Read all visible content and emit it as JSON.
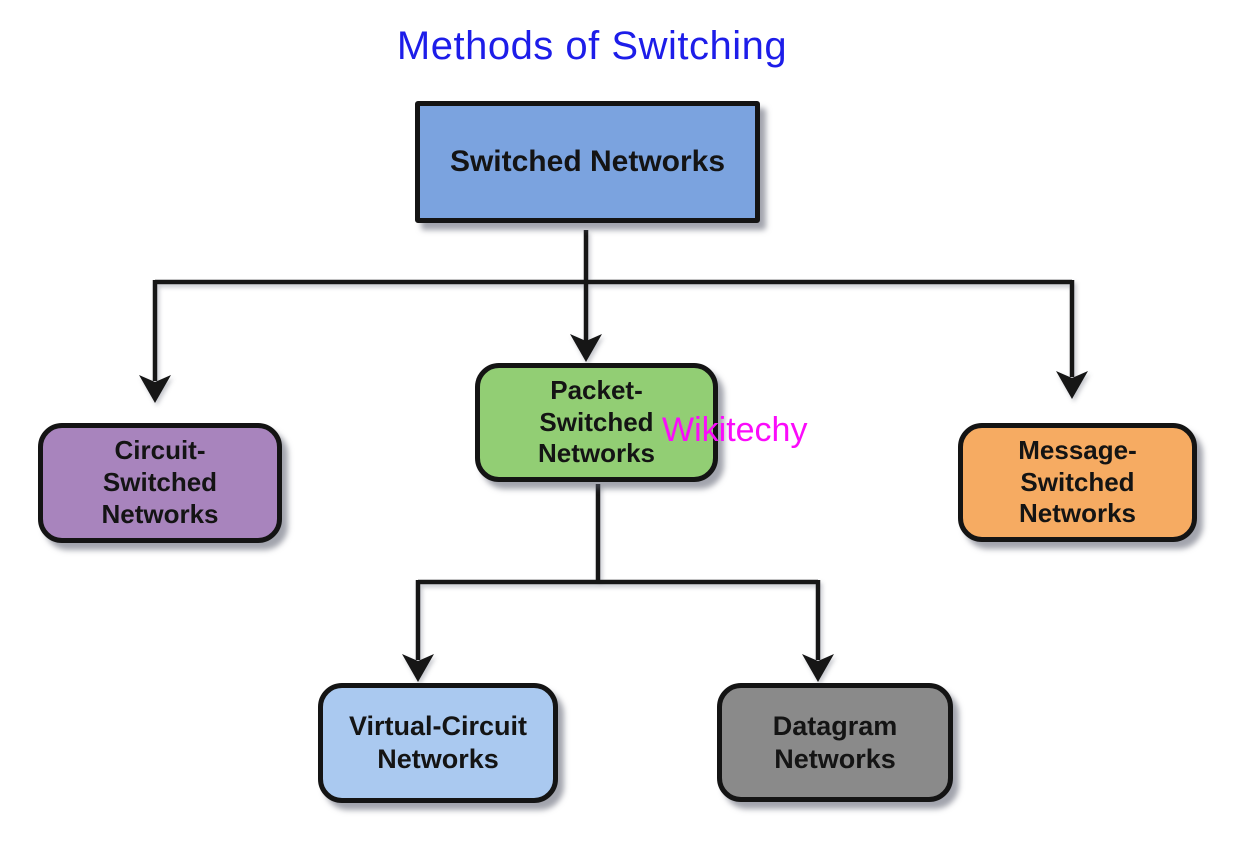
{
  "title": {
    "text": "Methods of Switching",
    "color": "#1d1de9"
  },
  "watermark": {
    "text": "Wikitechy",
    "color": "#fb0bfb"
  },
  "diagram": {
    "nodes": {
      "root": {
        "label": "Switched Networks",
        "fill": "#7ba3df"
      },
      "circuit": {
        "label": "Circuit-\nSwitched\nNetworks",
        "fill": "#a884bd"
      },
      "packet": {
        "label": "Packet-\nSwitched\nNetworks",
        "fill": "#92ce74"
      },
      "message": {
        "label": "Message-\nSwitched\nNetworks",
        "fill": "#f6ab62"
      },
      "virtual": {
        "label": "Virtual-Circuit\nNetworks",
        "fill": "#aac9f0"
      },
      "datagram": {
        "label": "Datagram\nNetworks",
        "fill": "#8a8a8a"
      }
    },
    "edges": [
      "Switched Networks -> Circuit-Switched Networks",
      "Switched Networks -> Packet-Switched Networks",
      "Switched Networks -> Message-Switched Networks",
      "Packet-Switched Networks -> Virtual-Circuit Networks",
      "Packet-Switched Networks -> Datagram Networks"
    ],
    "line_color": "#141414"
  }
}
